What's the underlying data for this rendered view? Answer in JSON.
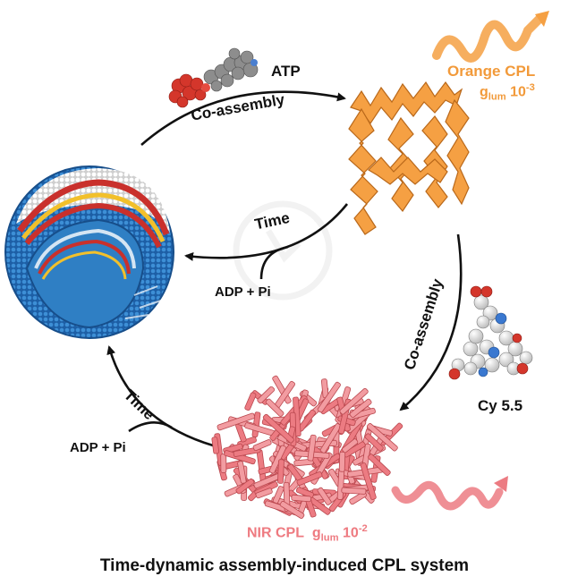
{
  "labels": {
    "atp": "ATP",
    "coassembly_top": "Co-assembly",
    "orange_cpl": "Orange CPL",
    "orange_g_prefix": "g",
    "orange_g_sub": "lum",
    "orange_g_base": " 10",
    "orange_g_exp": "-3",
    "time_inner": "Time",
    "adp_inner": "ADP + Pi",
    "coassembly_right": "Co-assembly",
    "cy55": "Cy 5.5",
    "time_outer": "Time",
    "adp_outer": "ADP + Pi",
    "nir_cpl": "NIR CPL",
    "nir_g_prefix": "g",
    "nir_g_sub": "lum",
    "nir_g_base": " 10",
    "nir_g_exp": "-2",
    "caption": "Time-dynamic assembly-induced CPL system"
  },
  "colors": {
    "arrow": "#111111",
    "orange": "#f5a043",
    "orange_text": "#f29a3a",
    "pink": "#ec7b82",
    "pink_text": "#ee7a80",
    "vesicle_blue": "#2f7fc4",
    "vesicle_red": "#c9302c",
    "vesicle_yellow": "#f2c02b"
  }
}
